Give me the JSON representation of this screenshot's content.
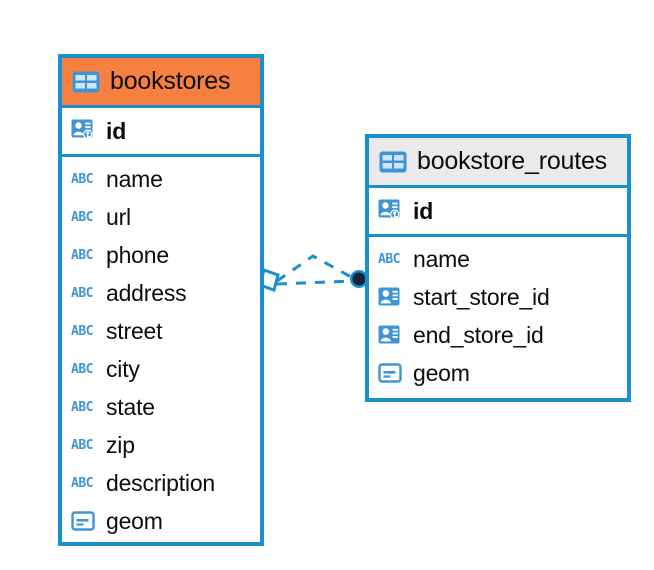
{
  "diagram": {
    "kind": "entity-relationship-diagram",
    "background": "#ffffff",
    "colors": {
      "border": "#1a8fd0",
      "selected_header": "#f5803f",
      "header": "#eaeaea",
      "icon_blue": "#3f94d6",
      "icon_blue_dark": "#1a8fd0",
      "text": "#0d0d0d",
      "connector": "#1a8fd0",
      "connector_endpoint": "#16243a"
    }
  },
  "entities": [
    {
      "id": "bookstores",
      "title": "bookstores",
      "header_icon": "table-icon",
      "selected": true,
      "primary_keys": [
        {
          "name": "id",
          "icon": "primary-key-icon",
          "type": "key"
        }
      ],
      "fields": [
        {
          "name": "name",
          "icon": "text-type-icon",
          "type": "ABC"
        },
        {
          "name": "url",
          "icon": "text-type-icon",
          "type": "ABC"
        },
        {
          "name": "phone",
          "icon": "text-type-icon",
          "type": "ABC"
        },
        {
          "name": "address",
          "icon": "text-type-icon",
          "type": "ABC"
        },
        {
          "name": "street",
          "icon": "text-type-icon",
          "type": "ABC"
        },
        {
          "name": "city",
          "icon": "text-type-icon",
          "type": "ABC"
        },
        {
          "name": "state",
          "icon": "text-type-icon",
          "type": "ABC"
        },
        {
          "name": "zip",
          "icon": "text-type-icon",
          "type": "ABC"
        },
        {
          "name": "description",
          "icon": "text-type-icon",
          "type": "ABC"
        },
        {
          "name": "geom",
          "icon": "geometry-type-icon",
          "type": "geometry"
        }
      ]
    },
    {
      "id": "bookstore_routes",
      "title": "bookstore_routes",
      "header_icon": "table-icon",
      "selected": false,
      "primary_keys": [
        {
          "name": "id",
          "icon": "primary-key-icon",
          "type": "key"
        }
      ],
      "fields": [
        {
          "name": "name",
          "icon": "text-type-icon",
          "type": "ABC"
        },
        {
          "name": "start_store_id",
          "icon": "foreign-key-icon",
          "type": "reference"
        },
        {
          "name": "end_store_id",
          "icon": "foreign-key-icon",
          "type": "reference"
        },
        {
          "name": "geom",
          "icon": "geometry-type-icon",
          "type": "geometry"
        }
      ]
    }
  ],
  "relationships": [
    {
      "id": "bookstores-to-routes",
      "from_entity": "bookstores",
      "to_entity": "bookstore_routes",
      "from_marker": "one-diamond-marker",
      "to_marker": "many-filled-circle-marker",
      "line_style": "dashed",
      "branches": 2
    }
  ]
}
